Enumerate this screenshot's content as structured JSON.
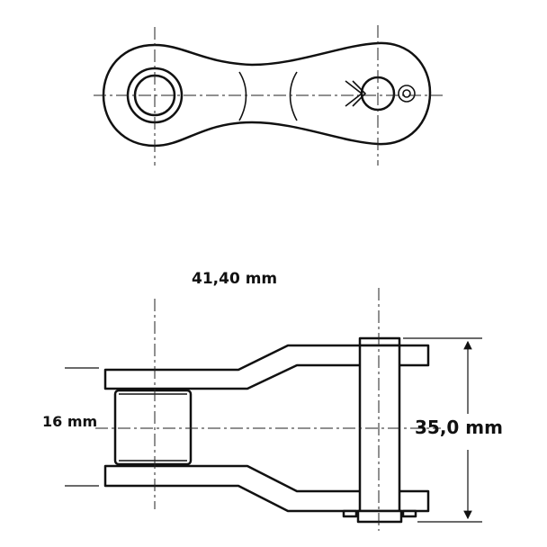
{
  "dimensions": {
    "pitch_label": "41,40 mm",
    "roller_diameter_label": "16 mm",
    "width_label": "35,0 mm"
  }
}
